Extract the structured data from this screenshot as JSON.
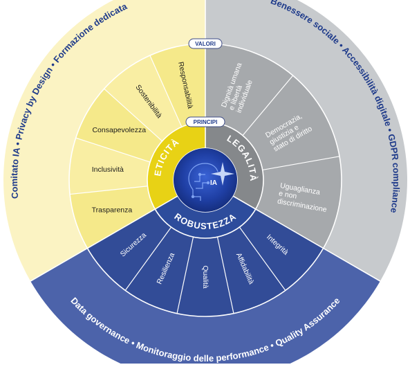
{
  "colors": {
    "yellow_outer": "#fbf3c3",
    "yellow_mid": "#f5e98a",
    "yellow_inner": "#e8d215",
    "grey_outer": "#c7cacd",
    "grey_mid": "#a6a9ac",
    "grey_inner": "#85888b",
    "blue_outer": "#4c63aa",
    "blue_mid": "#324c97",
    "blue_inner": "#2d4c9c",
    "core": "#1f3fa4",
    "navy_text": "#1e3a8a",
    "white": "#ffffff"
  },
  "labels": {
    "valori": "VALORI",
    "principi": "PRINCIPI",
    "core": "IA"
  },
  "pillars": {
    "etica": "ETICITÀ",
    "legalita": "LEGALITÀ",
    "robustezza": "ROBUSTEZZA"
  },
  "outer": {
    "etica": "Comitato IA • Privacy by Design • Formazione dedicata",
    "legalita": "Benessere sociale • Accessibilità digitale • GDPR compliance",
    "robustezza": "Data governance • Monitoraggio delle performance • Quality Assurance"
  },
  "values": {
    "etica": [
      "Trasparenza",
      "Inclusività",
      "Consapevolezza",
      "Sostenibilità",
      "Responsabilità"
    ],
    "legalita": [
      [
        "Dignità umana",
        "e libertà",
        "individuale"
      ],
      [
        "Democrazia,",
        "giustizia e",
        "stato di diritto"
      ],
      [
        "Uguaglianza",
        "e non",
        "discriminazione"
      ]
    ],
    "robustezza": [
      "Sicurezza",
      "Resilienza",
      "Qualità",
      "Affidabilità",
      "Integrità"
    ]
  }
}
